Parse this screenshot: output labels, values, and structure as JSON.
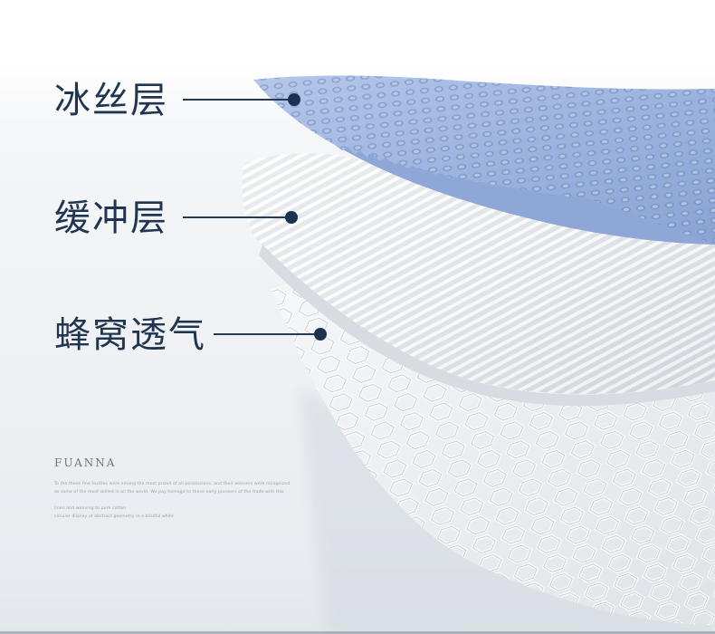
{
  "layers": {
    "top_label": "冰丝层",
    "middle_label": "缓冲层",
    "bottom_label": "蜂窝透气"
  },
  "brand": {
    "name": "FUANNA",
    "lines": [
      "To the these fine textiles were among the most prized of all possessions, and their weavers were recognized",
      "as some of the most skilled in all the world. We pay homage to these early pioneers of the trade with this",
      "linen and weaving to pure cotton",
      "circular display of abstract geometry in a blissful white"
    ]
  },
  "colors": {
    "ice_layer": "#9bb2dd",
    "label": "#1f3550",
    "leader": "#243a55"
  }
}
